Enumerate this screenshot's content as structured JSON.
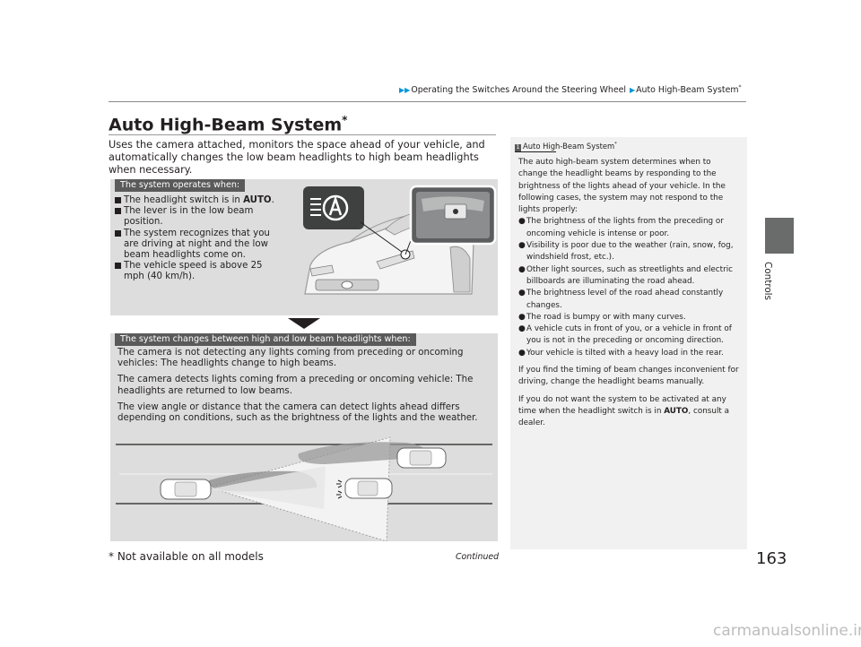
{
  "breadcrumb": {
    "items": [
      "Operating the Switches Around the Steering Wheel",
      "Auto High-Beam System"
    ],
    "asterisk": "*"
  },
  "title": {
    "text": "Auto High-Beam System",
    "asterisk": "*"
  },
  "intro": "Uses the camera attached, monitors the space ahead of your vehicle, and automatically changes the low beam headlights to high beam headlights when necessary.",
  "operate": {
    "tag": "The system operates when:",
    "items": [
      {
        "pre": "The headlight switch is in ",
        "bold": "AUTO",
        "post": "."
      },
      {
        "pre": "The lever is in the low beam position.",
        "bold": "",
        "post": ""
      },
      {
        "pre": "The system recognizes that you are driving at night and the low beam headlights come on.",
        "bold": "",
        "post": ""
      },
      {
        "pre": "The vehicle speed is above 25 mph (40 km/h).",
        "bold": "",
        "post": ""
      }
    ]
  },
  "changes": {
    "tag": "The system changes between high and low beam headlights when:",
    "paragraphs": [
      "The camera is not detecting any lights coming from preceding or oncoming vehicles: The headlights change to high beams.",
      "The camera detects lights coming from a preceding or oncoming vehicle: The headlights are returned to low beams.",
      "The view angle or distance that the camera can detect lights ahead differs depending on conditions, such as the brightness of the lights and the weather."
    ]
  },
  "notes": {
    "flag": "1",
    "title": "Auto High-Beam System",
    "asterisk": "*",
    "lead": "The auto high-beam system determines when to change the headlight beams by responding to the brightness of the lights ahead of your vehicle. In the following cases, the system may not respond to the lights properly:",
    "bullets": [
      "The brightness of the lights from the preceding or oncoming vehicle is intense or poor.",
      "Visibility is poor due to the weather (rain, snow, fog, windshield frost, etc.).",
      "Other light sources, such as streetlights and electric billboards are illuminating the road ahead.",
      "The brightness level of the road ahead constantly changes.",
      "The road is bumpy or with many curves.",
      "A vehicle cuts in front of you, or a vehicle in front of you is not in the preceding or oncoming direction.",
      "Your vehicle is tilted with a heavy load in the rear."
    ],
    "para2": "If you find the timing of beam changes inconvenient for driving, change the headlight beams manually.",
    "para3_pre": "If you do not want the system to be activated at any time when the headlight switch is in ",
    "para3_bold": "AUTO",
    "para3_post": ", consult a dealer."
  },
  "footer": {
    "footnote": "* Not available on all models",
    "continued": "Continued",
    "page_number": "163"
  },
  "side_tab": {
    "label": "Controls"
  },
  "watermark": "carmanualsonline.info",
  "colors": {
    "accent_arrow": "#0096d6",
    "tag_bg": "#5a5a5b",
    "box_bg": "#dcdddc",
    "notes_bg": "#f0f1f0"
  }
}
